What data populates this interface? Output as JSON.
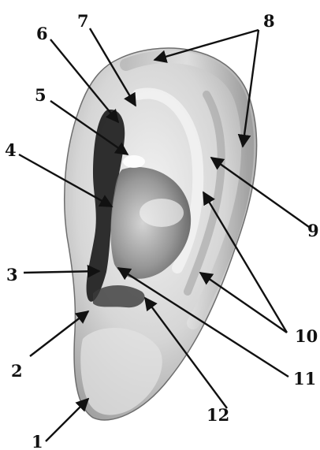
{
  "labels": {
    "l1": "1",
    "l2": "2",
    "l3": "3",
    "l4": "4",
    "l5": "5",
    "l6": "6",
    "l7": "7",
    "l8": "8",
    "l9": "9",
    "l10": "10",
    "l11": "11",
    "l12": "12"
  },
  "colors": {
    "ink": "#111111",
    "skin_light": "#e6e6e6",
    "skin_mid": "#bdbdbd",
    "skin_dark": "#7d7d7d",
    "cavity": "#1e1e1e"
  }
}
